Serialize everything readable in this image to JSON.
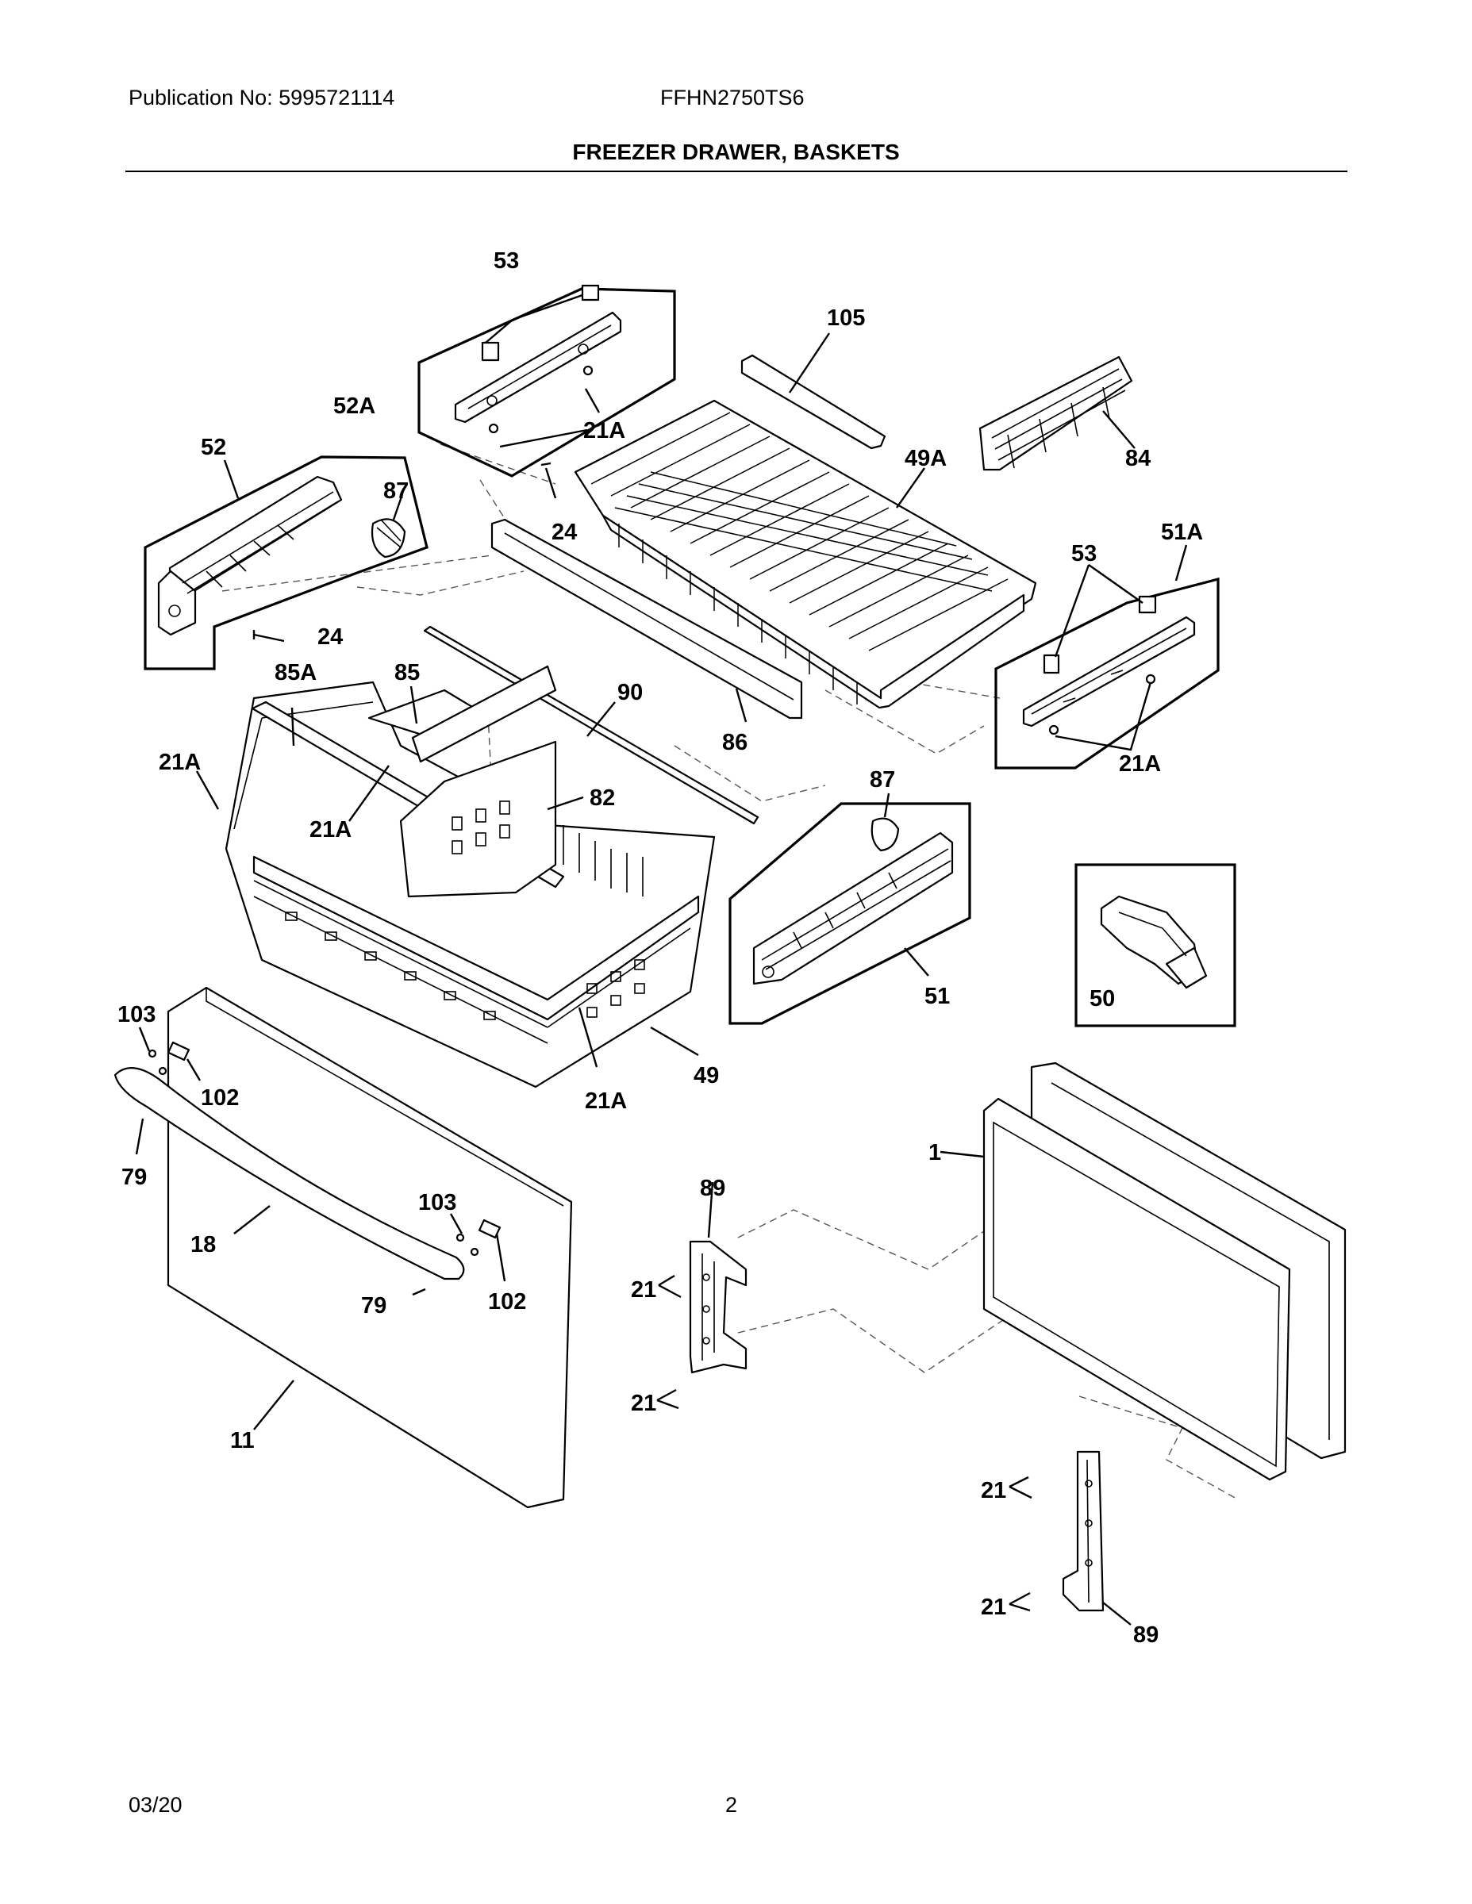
{
  "header": {
    "publication": "Publication No: 5995721114",
    "model": "FFHN2750TS6",
    "title": "FREEZER DRAWER, BASKETS"
  },
  "footer": {
    "date": "03/20",
    "page": "2"
  },
  "callouts": {
    "c53a": "53",
    "c105": "105",
    "c52A": "52A",
    "c21A_1": "21A",
    "c52": "52",
    "c87a": "87",
    "c49A": "49A",
    "c84": "84",
    "c24a": "24",
    "c51A": "51A",
    "c53b": "53",
    "c24b": "24",
    "c85A": "85A",
    "c85": "85",
    "c90": "90",
    "c86": "86",
    "c21A_2": "21A",
    "c21A_3": "21A",
    "c82": "82",
    "c87b": "87",
    "c21A_4": "21A",
    "c51": "51",
    "c50": "50",
    "c103a": "103",
    "c102a": "102",
    "c21A_5": "21A",
    "c49": "49",
    "c79a": "79",
    "c1": "1",
    "c103b": "103",
    "c89a": "89",
    "c18": "18",
    "c79b": "79",
    "c102b": "102",
    "c21a": "21",
    "c21b": "21",
    "c11": "11",
    "c21c": "21",
    "c21d": "21",
    "c89b": "89"
  }
}
